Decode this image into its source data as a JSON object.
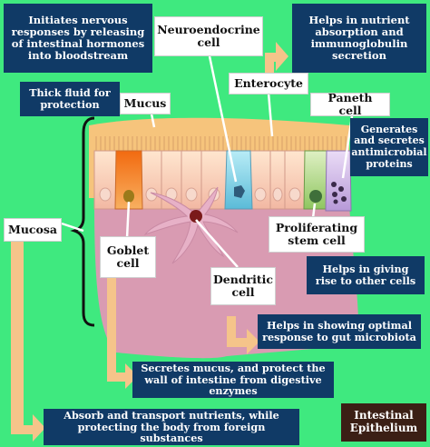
{
  "labels": {
    "neuroendocrine": "Neuroendocrine cell",
    "enterocyte": "Enterocyte",
    "paneth": "Paneth cell",
    "mucus": "Mucus",
    "mucosa": "Mucosa",
    "goblet": "Goblet cell",
    "proliferating": "Proliferating stem cell",
    "dendritic": "Dendritic cell"
  },
  "descriptions": {
    "neuroendocrine": "Initiates nervous responses by releasing of intestinal hormones into bloodstream",
    "enterocyte_top": "Helps in nutrient absorption and immunoglobulin secretion",
    "mucus": "Thick fluid for protection",
    "paneth": "Generates and secretes antimicrobial proteins",
    "proliferating": "Helps in giving rise to other cells",
    "dendritic": "Helps in showing optimal response to gut microbiota",
    "goblet": "Secretes mucus, and protect the wall of intestine from digestive enzymes",
    "enterocyte_bottom": "Absorb and transport nutrients, while protecting the body from foreign substances"
  },
  "title": "Intestinal Epithelium",
  "colors": {
    "background": "#3fe97f",
    "label_box": "#103a66",
    "mucus_layer": "#f6c47c",
    "lamina": "#d99bb2",
    "arrow": "#f5c48a",
    "goblet_cell": "#f07a1f",
    "neuroendocrine_cell": "#7fd3e8",
    "paneth_cell": "#cdb6e6",
    "stem_cell": "#a8d67a"
  }
}
